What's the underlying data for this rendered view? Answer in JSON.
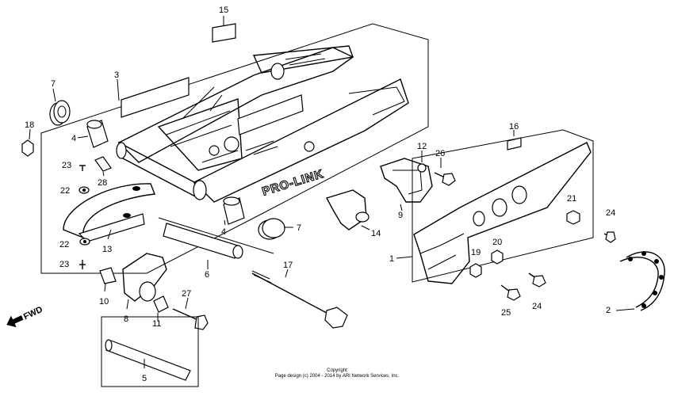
{
  "diagram": {
    "parts": [
      {
        "id": "p15",
        "label": "15"
      },
      {
        "id": "p3",
        "label": "3"
      },
      {
        "id": "p7a",
        "label": "7"
      },
      {
        "id": "p18",
        "label": "18"
      },
      {
        "id": "p4a",
        "label": "4"
      },
      {
        "id": "p23a",
        "label": "23"
      },
      {
        "id": "p28",
        "label": "28"
      },
      {
        "id": "p22a",
        "label": "22"
      },
      {
        "id": "p22b",
        "label": "22"
      },
      {
        "id": "p13",
        "label": "13"
      },
      {
        "id": "p23b",
        "label": "23"
      },
      {
        "id": "p4b",
        "label": "4"
      },
      {
        "id": "p7b",
        "label": "7"
      },
      {
        "id": "p6",
        "label": "6"
      },
      {
        "id": "p17",
        "label": "17"
      },
      {
        "id": "p10",
        "label": "10"
      },
      {
        "id": "p8",
        "label": "8"
      },
      {
        "id": "p11",
        "label": "11"
      },
      {
        "id": "p27",
        "label": "27"
      },
      {
        "id": "p5",
        "label": "5"
      },
      {
        "id": "p12",
        "label": "12"
      },
      {
        "id": "p26",
        "label": "26"
      },
      {
        "id": "p9",
        "label": "9"
      },
      {
        "id": "p14",
        "label": "14"
      },
      {
        "id": "p16",
        "label": "16"
      },
      {
        "id": "p21",
        "label": "21"
      },
      {
        "id": "p24a",
        "label": "24"
      },
      {
        "id": "p1",
        "label": "1"
      },
      {
        "id": "p19",
        "label": "19"
      },
      {
        "id": "p20",
        "label": "20"
      },
      {
        "id": "p24b",
        "label": "24"
      },
      {
        "id": "p25",
        "label": "25"
      },
      {
        "id": "p2",
        "label": "2"
      }
    ],
    "fwd_label": "FWD",
    "logo_text": "PRO-LINK",
    "copyright_line1": "Copyright",
    "copyright_line2": "Page design (c) 2004 - 2014 by ARI Network Services, Inc."
  }
}
